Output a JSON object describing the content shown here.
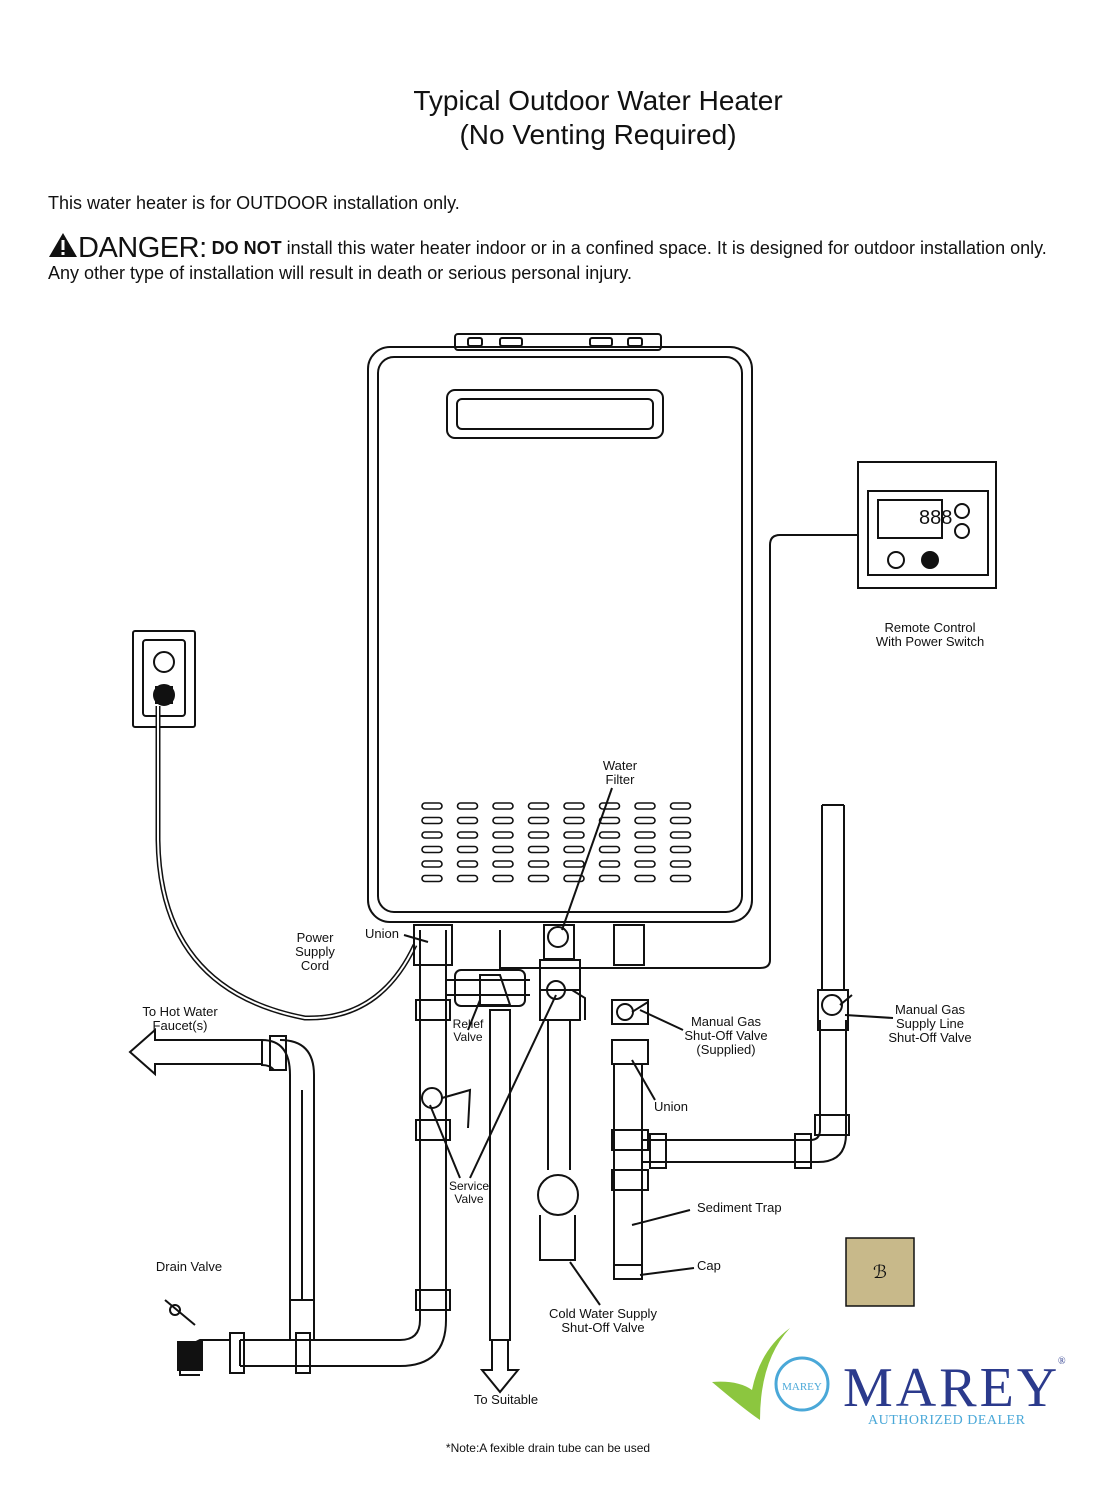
{
  "title_line1": "Typical Outdoor Water Heater",
  "title_line2": "(No Venting Required)",
  "intro": "This water heater is for OUTDOOR installation only.",
  "danger": {
    "word": "DANGER:",
    "do_not": "DO NOT",
    "text": " install this water heater indoor or in a confined space. It is designed for outdoor installation only. Any other type of installation will result in death or serious personal injury."
  },
  "labels": {
    "remote_control_1": "Remote Control",
    "remote_control_2": "With Power Switch",
    "water_filter_1": "Water",
    "water_filter_2": "Filter",
    "power_supply_1": "Power",
    "power_supply_2": "Supply",
    "power_supply_3": "Cord",
    "union_top": "Union",
    "hot_water_1": "To Hot Water",
    "hot_water_2": "Faucet(s)",
    "relief_1": "Relief",
    "relief_2": "Valve",
    "gas_valve_1": "Manual Gas",
    "gas_valve_2": "Shut-Off Valve",
    "gas_valve_3": "(Supplied)",
    "gas_supply_1": "Manual Gas",
    "gas_supply_2": "Supply Line",
    "gas_supply_3": "Shut-Off Valve",
    "union_bottom": "Union",
    "service_1": "Service",
    "service_2": "Valve",
    "sediment": "Sediment Trap",
    "cap": "Cap",
    "drain_valve": "Drain Valve",
    "cold_1": "Cold Water Supply",
    "cold_2": "Shut-Off Valve",
    "to_suitable": "To Suitable",
    "note": "*Note:A fexible drain tube can be used",
    "display": "888"
  },
  "brand": {
    "name": "MAREY",
    "registered": "®",
    "subtitle": "AUTHORIZED DEALER",
    "logo_color": "#4aa8d8",
    "check_color": "#8cc63f"
  },
  "colors": {
    "line": "#111111",
    "badge": "#c8b98a"
  }
}
